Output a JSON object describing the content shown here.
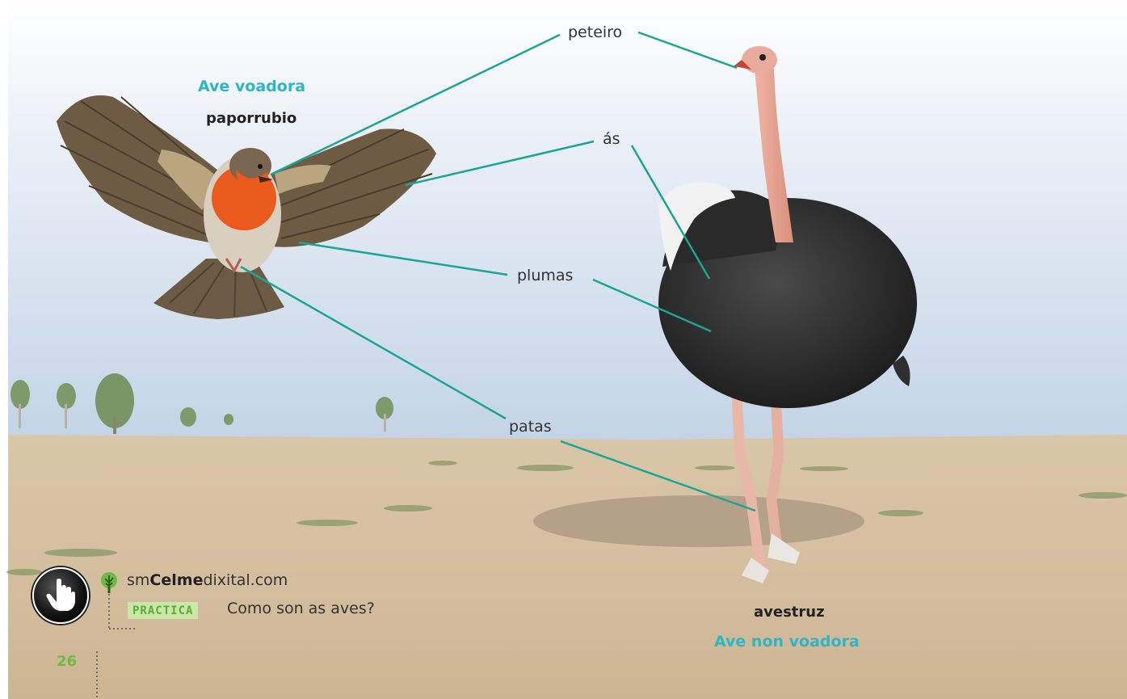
{
  "robin": {
    "category": "Ave voadora",
    "name": "paporrubio"
  },
  "ostrich": {
    "name": "avestruz",
    "category": "Ave non voadora"
  },
  "labels": {
    "beak": "peteiro",
    "wings": "ás",
    "feathers": "plumas",
    "legs": "patas"
  },
  "footer": {
    "site_prefix": "sm",
    "site_bold": "Celme",
    "site_suffix": "dixital.com",
    "badge": "PRACTICA",
    "activity": "Como son as aves?",
    "page_number": "26"
  },
  "colors": {
    "accent_teal": "#2cb6c8",
    "leader_line": "#1aa595",
    "page_green": "#6dbb45"
  },
  "icons": {
    "hand": "hand-pointer-icon",
    "tree": "tree-icon"
  }
}
